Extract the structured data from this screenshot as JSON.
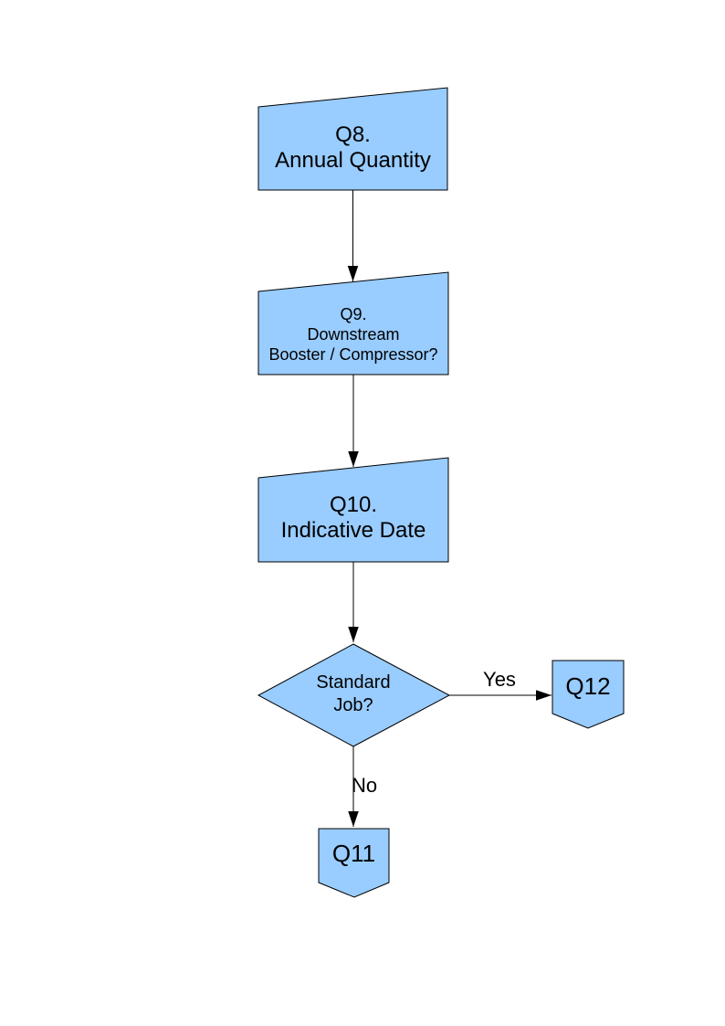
{
  "page": {
    "background": "#ffffff"
  },
  "colors": {
    "node_fill": "#99ccff",
    "node_border": "#000000",
    "connector": "#000000",
    "text": "#000000"
  },
  "nodes": {
    "q8": {
      "shape": "manual-input",
      "lines": [
        "Q8.",
        "Annual Quantity"
      ]
    },
    "q9": {
      "shape": "manual-input",
      "lines": [
        "Q9.",
        "Downstream",
        "Booster / Compressor?"
      ]
    },
    "q10": {
      "shape": "manual-input",
      "lines": [
        "Q10.",
        "Indicative Date"
      ]
    },
    "decision": {
      "shape": "decision-diamond",
      "lines": [
        "Standard",
        "Job?"
      ]
    },
    "q12": {
      "shape": "off-page-connector",
      "label": "Q12"
    },
    "q11": {
      "shape": "off-page-connector",
      "label": "Q11"
    }
  },
  "edges": [
    {
      "from": "q8",
      "to": "q9",
      "label": ""
    },
    {
      "from": "q9",
      "to": "q10",
      "label": ""
    },
    {
      "from": "q10",
      "to": "decision",
      "label": ""
    },
    {
      "from": "decision",
      "to": "q12",
      "label": "Yes"
    },
    {
      "from": "decision",
      "to": "q11",
      "label": "No"
    }
  ]
}
